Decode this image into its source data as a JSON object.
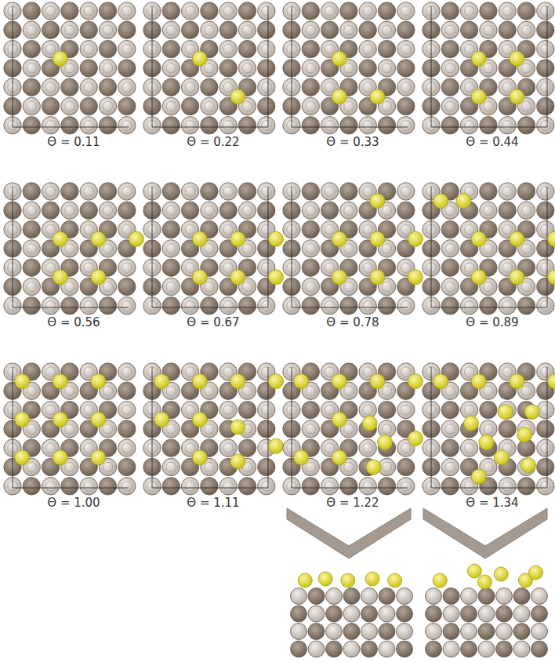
{
  "diagram": {
    "labels": [
      "Θ = 0.11",
      "Θ = 0.22",
      "Θ = 0.33",
      "Θ = 0.44",
      "Θ = 0.56",
      "Θ = 0.67",
      "Θ = 0.78",
      "Θ = 0.89",
      "Θ = 1.00",
      "Θ = 1.11",
      "Θ = 1.22",
      "Θ = 1.34"
    ]
  }
}
